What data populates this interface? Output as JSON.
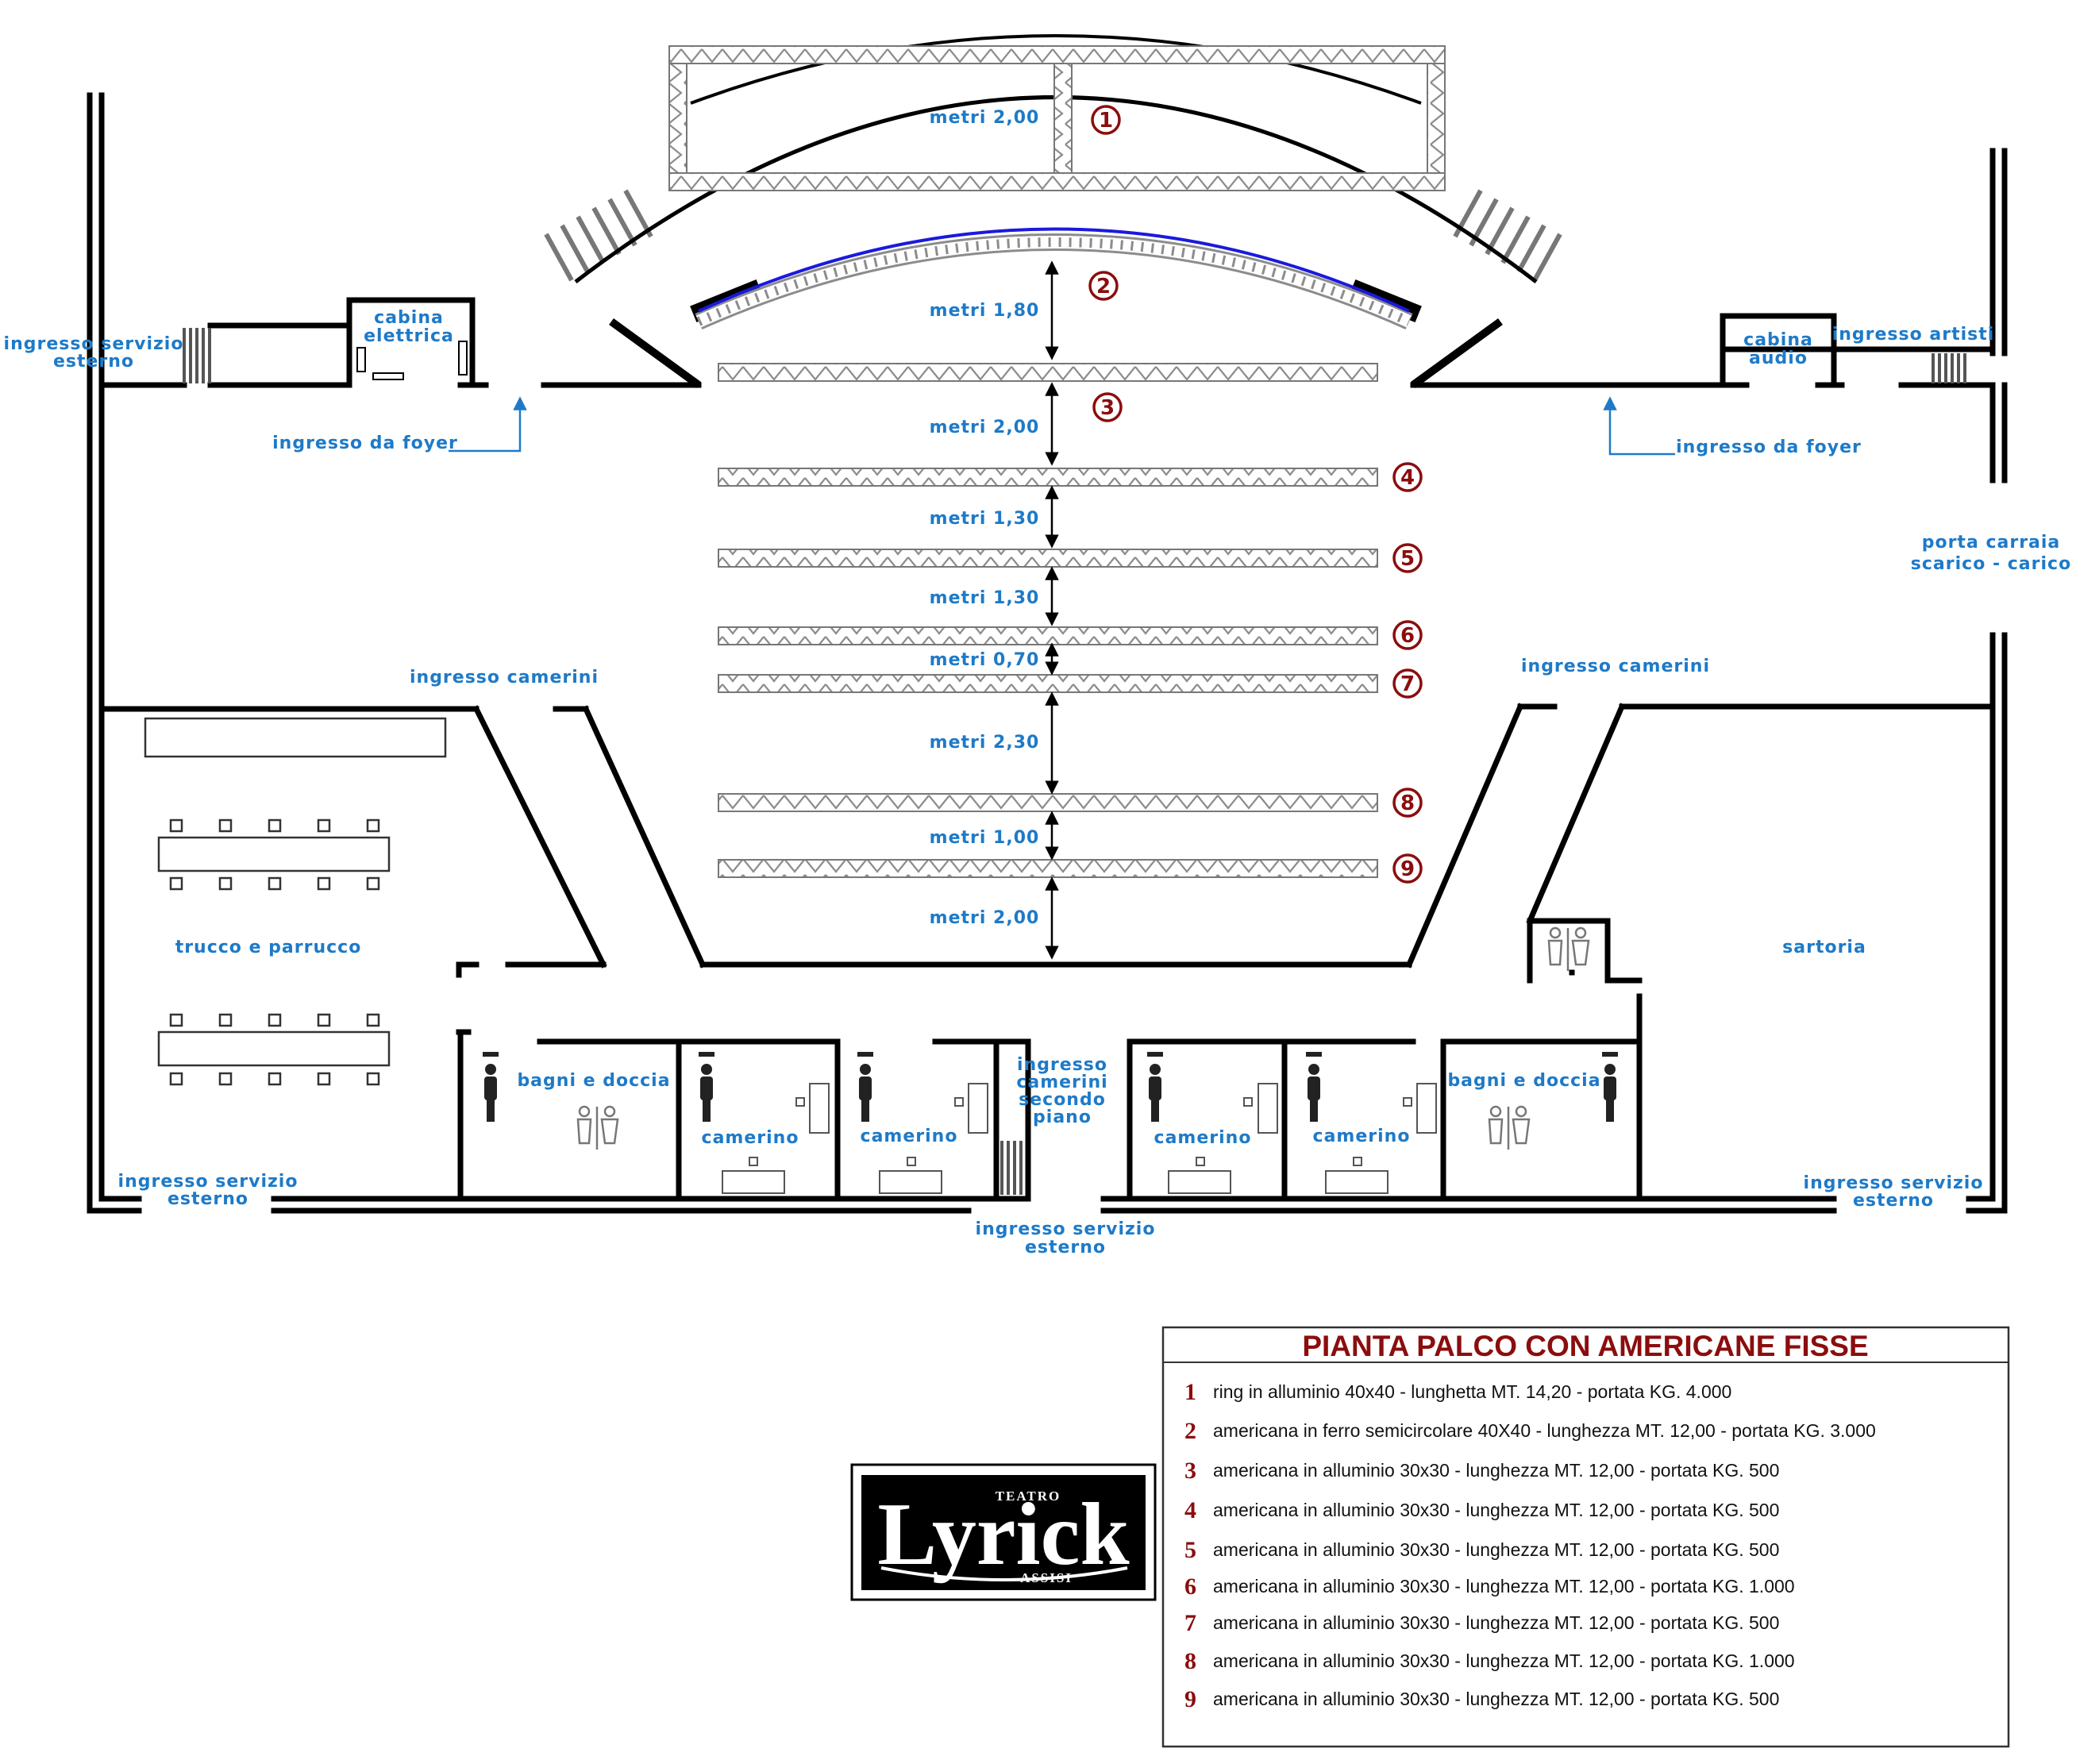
{
  "labels": {
    "ingresso_servizio_nw": [
      "ingresso servizio",
      "esterno"
    ],
    "cabina_elettrica": [
      "cabina",
      "elettrica"
    ],
    "ingresso_foyer_left": "ingresso da foyer",
    "ingresso_foyer_right": "ingresso da foyer",
    "cabina_audio": [
      "cabina",
      "audio"
    ],
    "ingresso_artisti": "ingresso artisti",
    "porta_carraia": [
      "porta carraia",
      "scarico - carico"
    ],
    "ingresso_camerini_left": "ingresso camerini",
    "ingresso_camerini_right": "ingresso camerini",
    "trucco": "trucco e parrucco",
    "sartoria": "sartoria",
    "bagni_left": "bagni e doccia",
    "bagni_right": "bagni e doccia",
    "camerino_1": "camerino",
    "camerino_2": "camerino",
    "camerino_3": "camerino",
    "camerino_4": "camerino",
    "ingresso_secondo_piano": [
      "ingresso",
      "camerini",
      "secondo",
      "piano"
    ],
    "ingresso_servizio_sw": [
      "ingresso servizio",
      "esterno"
    ],
    "ingresso_servizio_s": [
      "ingresso servizio",
      "esterno"
    ],
    "ingresso_servizio_se": [
      "ingresso servizio",
      "esterno"
    ]
  },
  "distances": [
    "metri 2,00",
    "metri 1,80",
    "metri 2,00",
    "metri 1,30",
    "metri 1,30",
    "metri 0,70",
    "metri 2,30",
    "metri 1,00",
    "metri 2,00"
  ],
  "truss_numbers": [
    "1",
    "2",
    "3",
    "4",
    "5",
    "6",
    "7",
    "8",
    "9"
  ],
  "legend": {
    "title": "PIANTA PALCO CON AMERICANE FISSE",
    "items": [
      {
        "num": "1",
        "text": "ring in alluminio 40x40 - lunghetta MT. 14,20 - portata KG. 4.000"
      },
      {
        "num": "2",
        "text": "americana in ferro semicircolare 40X40 - lunghezza MT. 12,00 - portata KG. 3.000"
      },
      {
        "num": "3",
        "text": "americana in alluminio 30x30 - lunghezza MT. 12,00 - portata KG. 500"
      },
      {
        "num": "4",
        "text": "americana in alluminio 30x30 - lunghezza MT. 12,00 - portata KG. 500"
      },
      {
        "num": "5",
        "text": "americana in alluminio 30x30 - lunghezza MT. 12,00 - portata KG. 500"
      },
      {
        "num": "6",
        "text": "americana in alluminio 30x30 - lunghezza MT. 12,00 - portata KG. 1.000"
      },
      {
        "num": "7",
        "text": "americana in alluminio 30x30 - lunghezza MT. 12,00 - portata KG. 500"
      },
      {
        "num": "8",
        "text": "americana in alluminio 30x30 - lunghezza MT. 12,00 - portata KG. 1.000"
      },
      {
        "num": "9",
        "text": "americana in alluminio 30x30 - lunghezza MT. 12,00 - portata KG. 500"
      }
    ]
  },
  "logo": {
    "top": "TEATRO",
    "main": "Lyrick",
    "bottom": "ASSISI"
  },
  "colors": {
    "label": "#1e7ac8",
    "number": "#8b0d0d",
    "truss": "#8c8c8c",
    "wall": "#000000",
    "blue_line": "#1a1adc"
  }
}
